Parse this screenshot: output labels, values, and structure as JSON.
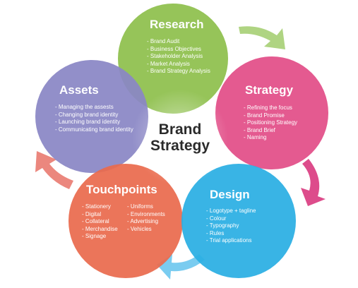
{
  "center": {
    "line1": "Brand",
    "line2": "Strategy"
  },
  "colors": {
    "research": "#8ec04c",
    "strategy": "#e24e88",
    "design": "#2aaee3",
    "touchpoints": "#e96a4e",
    "assets": "#8a86c5",
    "arrow_green": "#a6cf74",
    "arrow_pink": "#d9397e",
    "arrow_blue": "#6cc6ee",
    "arrow_red": "#e97a70"
  },
  "nodes": {
    "research": {
      "title": "Research",
      "items": [
        "- Brand Audit",
        "- Business Objectives",
        "- Stakeholder Analysis",
        "- Market Analysis",
        "- Brand Strategy Analysis"
      ]
    },
    "strategy": {
      "title": "Strategy",
      "items": [
        "- Refining the focus",
        "- Brand Promise",
        "- Positioning Strategy",
        "- Brand Brief",
        "- Naming"
      ]
    },
    "design": {
      "title": "Design",
      "items": [
        "- Logotype + tagline",
        "- Colour",
        "- Typography",
        "- Rules",
        "- Trial applications"
      ]
    },
    "touchpoints": {
      "title": "Touchpoints",
      "items_left": [
        "- Stationery",
        "- Digital",
        "- Collateral",
        "- Merchandise",
        "- Signage"
      ],
      "items_right": [
        "- Uniforms",
        "- Environments",
        "- Advertising",
        "- Vehicles"
      ]
    },
    "assets": {
      "title": "Assets",
      "items": [
        "- Managing the assests",
        "- Changing brand identity",
        "- Launching brand identity",
        "- Communicating brand identity"
      ]
    }
  }
}
